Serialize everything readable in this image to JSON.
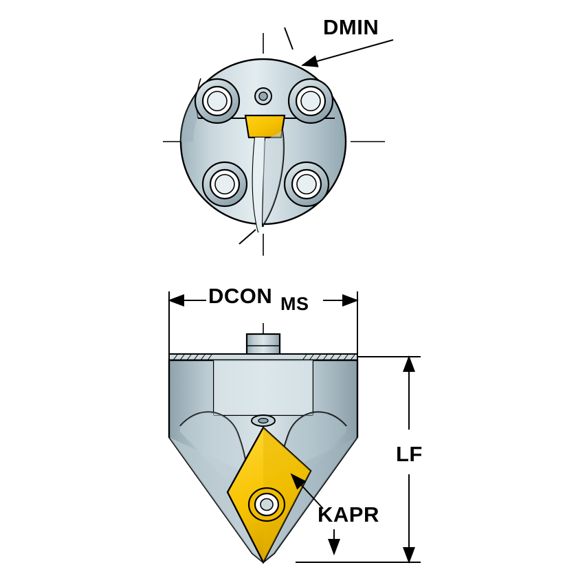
{
  "figure": {
    "title": "",
    "type": "technical-drawing",
    "subject": "boring-bar-head-cutting-unit",
    "views": [
      {
        "name": "front-view",
        "position": "top"
      },
      {
        "name": "side-view",
        "position": "bottom"
      }
    ]
  },
  "labels": {
    "dmin": "DMIN",
    "dcon": "DCON",
    "dcon_subscript": "MS",
    "lf": "LF",
    "kapr": "KAPR"
  },
  "colors": {
    "body_light": "#d8e2e6",
    "body_mid": "#b9c9d0",
    "body_dark": "#8fa3ac",
    "insert_yellow": "#f5c000",
    "insert_yellow_dark": "#d9a800",
    "outline": "#000000",
    "background": "#ffffff"
  },
  "dimension_lines": [
    {
      "name": "dmin-leader",
      "label": "DMIN",
      "view": "front-view"
    },
    {
      "name": "dcon-ms-dimension",
      "label": "DCONMS",
      "view": "side-view"
    },
    {
      "name": "lf-dimension",
      "label": "LF",
      "view": "side-view"
    },
    {
      "name": "kapr-leader",
      "label": "KAPR",
      "view": "side-view"
    }
  ]
}
